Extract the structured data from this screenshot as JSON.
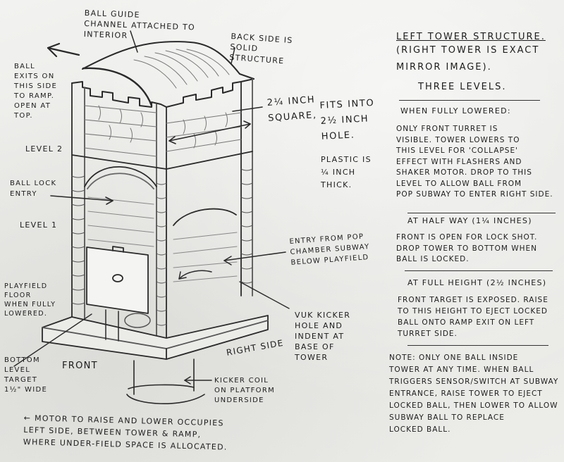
{
  "sketch": {
    "title": "Left tower structure - hand-drawn pinball toy design sketch",
    "drawing_labels": {
      "ball_guide": "Ball guide\nchannel attached to\ninterior",
      "back_side": "Back side is\nsolid\nstructure",
      "ball_exits": "Ball\nexits on\nthis side\nto ramp.\nopen at\ntop.",
      "dimension_square": "2¼ inch\nsquare,",
      "fits_into": "fits into\n2½ inch\nhole.",
      "plastic": "plastic is\n¼ inch\nthick.",
      "level_2": "Level 2",
      "ball_lock_entry": "Ball lock\nentry",
      "level_1": "Level 1",
      "entry_from_pop": "Entry from pop\nchamber subway\nbelow playfield",
      "playfield_floor": "Playfield\nfloor\nwhen fully\nlowered.",
      "vuk_kicker": "VUK kicker\nhole and\nindent at\nbase of\ntower",
      "bottom_target": "Bottom\nlevel\ntarget\n1½\" wide",
      "front": "Front",
      "right_side": "Right side",
      "kicker_coil": "Kicker coil\non platform\nunderside",
      "motor_note": "← Motor to raise and lower occupies\nleft side, between tower & ramp,\nwhere under-field space is allocated."
    },
    "notes_panel": {
      "heading": "Left tower structure.",
      "subheading": "(Right tower is exact\nmirror image).",
      "levels_title": "Three levels.",
      "sections": [
        {
          "title": "When fully lowered:",
          "body": "Only front turret is\nvisible. Tower lowers to\nthis level for 'collapse'\neffect with flashers and\nshaker motor. Drop to this\nlevel to allow ball from\npop subway to enter right side."
        },
        {
          "title": "At half way (1¼ inches)",
          "body": "Front is open for lock shot.\nDrop tower to bottom when\nball is locked."
        },
        {
          "title": "At full height (2½ inches)",
          "body": "Front target is exposed. Raise\nto this height to eject locked\nball onto ramp exit on left\nturret side."
        },
        {
          "title": "",
          "body": "Note: only one ball inside\ntower at any time. When ball\ntriggers sensor/switch at subway\nentrance, raise tower to eject\nlocked ball, then lower to allow\nsubway ball to replace\nlocked ball."
        }
      ]
    },
    "colors": {
      "paper": "#ededeb",
      "pencil": "#1c1c1c",
      "pencil_light": "#6a6a6a"
    }
  }
}
